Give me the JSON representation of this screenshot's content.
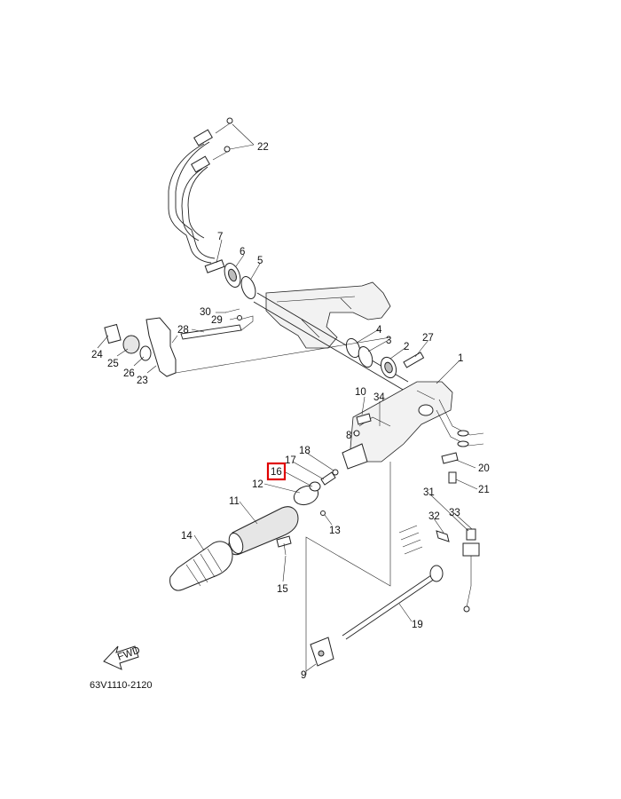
{
  "diagram": {
    "code": "63V1110-2120",
    "arrow_label": "FWD",
    "highlighted_callout": "16",
    "highlight_color": "#e00000",
    "line_color": "#222222"
  },
  "callouts": {
    "1": "1",
    "2": "2",
    "3": "3",
    "4": "4",
    "5": "5",
    "6": "6",
    "7": "7",
    "8": "8",
    "9": "9",
    "10": "10",
    "11": "11",
    "12": "12",
    "13": "13",
    "14": "14",
    "15": "15",
    "16": "16",
    "17": "17",
    "18": "18",
    "19": "19",
    "20": "20",
    "21": "21",
    "22": "22",
    "23": "23",
    "24": "24",
    "25": "25",
    "26": "26",
    "27": "27",
    "28": "28",
    "29": "29",
    "30": "30",
    "31": "31",
    "32": "32",
    "33": "33",
    "34": "34"
  }
}
